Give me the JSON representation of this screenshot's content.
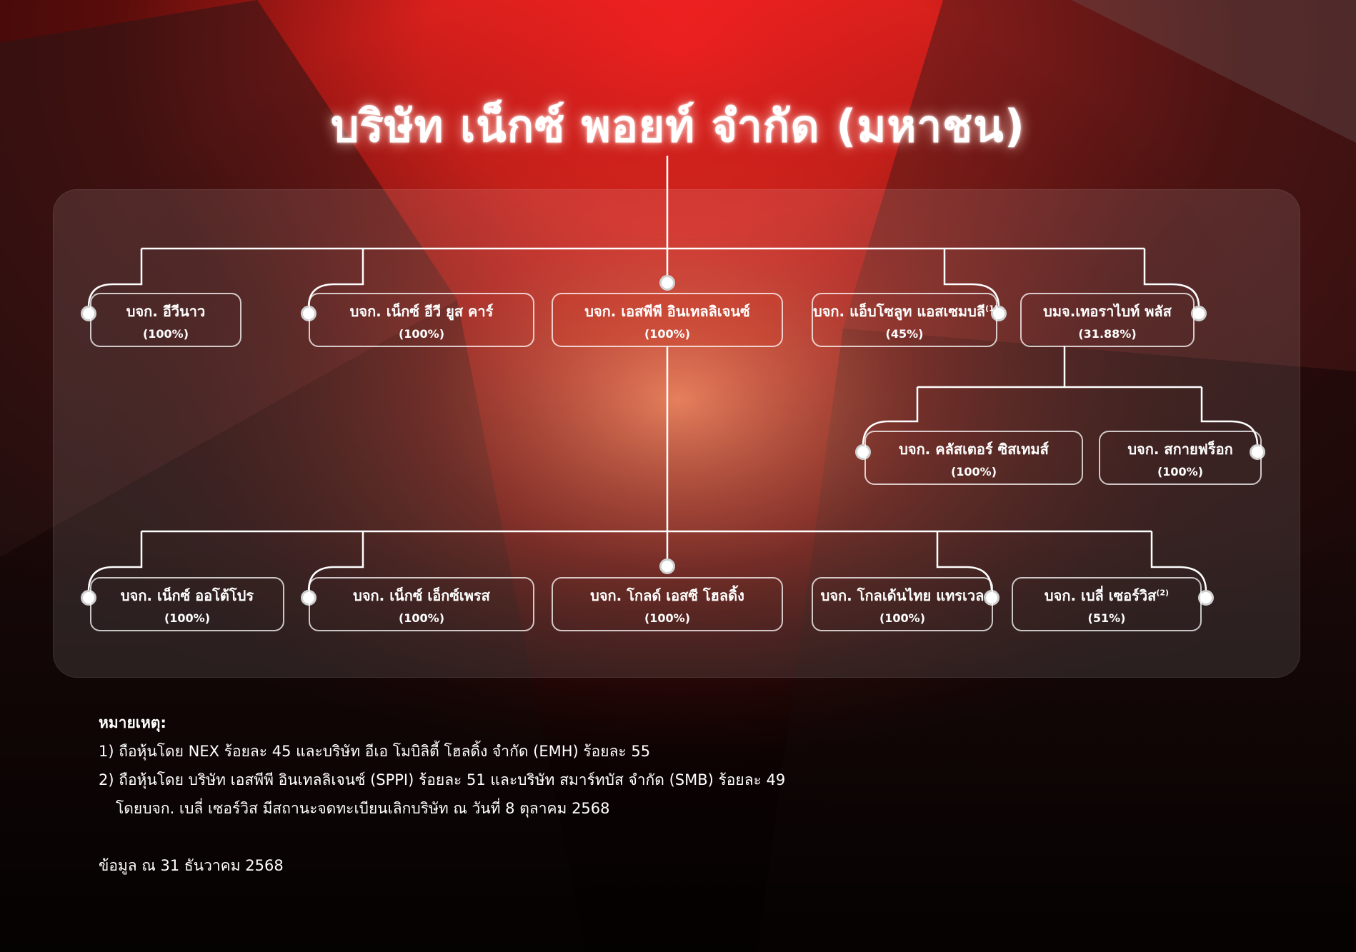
{
  "title": "บริษัท เน็กซ์ พอยท์ จำกัด (มหาชน)",
  "colors": {
    "accent_red": "#e01e1e",
    "background_dark": "#120404",
    "line": "#ffffff"
  },
  "subsidiaries_row1": [
    {
      "name": "บจก. อีวีนาว",
      "share": "(100%)"
    },
    {
      "name": "บจก. เน็กซ์ อีวี ยูส คาร์",
      "share": "(100%)"
    },
    {
      "name": "บจก. เอสพีพี อินเทลลิเจนซ์",
      "share": "(100%)"
    },
    {
      "name": "บจก. แอ็บโซลูท แอสเซมบลี",
      "note_mark": "(1)",
      "share": "(45%)"
    },
    {
      "name": "บมจ.เทอราไบท์ พลัส",
      "share": "(31.88%)"
    }
  ],
  "terabyte_subsidiaries": [
    {
      "name": "บจก. คลัสเตอร์ ซิสเทมส์",
      "share": "(100%)"
    },
    {
      "name": "บจก. สกายฟร็อก",
      "share": "(100%)"
    }
  ],
  "spp_subsidiaries": [
    {
      "name": "บจก. เน็กซ์ ออโต้โปร",
      "share": "(100%)"
    },
    {
      "name": "บจก. เน็กซ์ เอ็กซ์เพรส",
      "share": "(100%)"
    },
    {
      "name": "บจก. โกลด์ เอสซี โฮลดิ้ง",
      "share": "(100%)"
    },
    {
      "name": "บจก. โกลเด้นไทย แทรเวล",
      "share": "(100%)"
    },
    {
      "name": "บจก. เบลี่ เซอร์วิส",
      "note_mark": "(2)",
      "share": "(51%)"
    }
  ],
  "notes": {
    "heading": "หมายเหตุ:",
    "line1": "1) ถือหุ้นโดย NEX ร้อยละ 45 และบริษัท อีเอ โมบิลิตี้ โฮลดิ้ง จำกัด (EMH) ร้อยละ 55",
    "line2": "2) ถือหุ้นโดย บริษัท เอสพีพี อินเทลลิเจนซ์ (SPPI) ร้อยละ 51 และบริษัท สมาร์ทบัส จำกัด (SMB) ร้อยละ 49",
    "line3": "โดยบจก. เบลี่ เซอร์วิส มีสถานะจดทะเบียนเลิกบริษัท ณ วันที่ 8 ตุลาคม 2568",
    "data_date": "ข้อมูล ณ 31 ธันวาคม 2568"
  }
}
